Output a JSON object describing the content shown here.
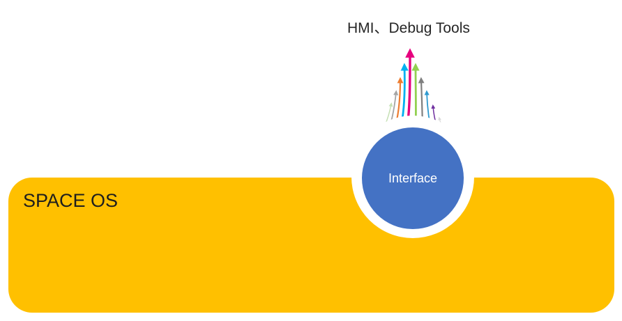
{
  "diagram": {
    "top_label": "HMI、Debug Tools",
    "os_label": "SPACE OS",
    "interface_label": "Interface"
  },
  "colors": {
    "os_block": "#ffc000",
    "interface_node": "#4472c4",
    "arrows": [
      "#c5e0b4",
      "#a5a5a5",
      "#ed7d31",
      "#00b0f0",
      "#e6007e",
      "#92d050",
      "#7f7f7f",
      "#2e9ad0",
      "#7030a0",
      "#d9d9d9"
    ]
  }
}
